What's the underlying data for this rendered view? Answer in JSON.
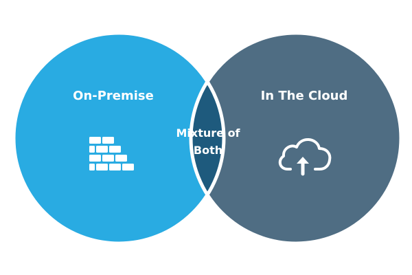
{
  "diagram": {
    "left_circle": {
      "label": "On-Premise",
      "icon": "brick-wall-icon",
      "color": "#29abe2"
    },
    "right_circle": {
      "label": "In The Cloud",
      "icon": "cloud-upload-icon",
      "color": "#4f6d83"
    },
    "overlap": {
      "label": "Mixture of Both",
      "color": "#1e5a7d"
    },
    "outline_color": "#ffffff"
  }
}
